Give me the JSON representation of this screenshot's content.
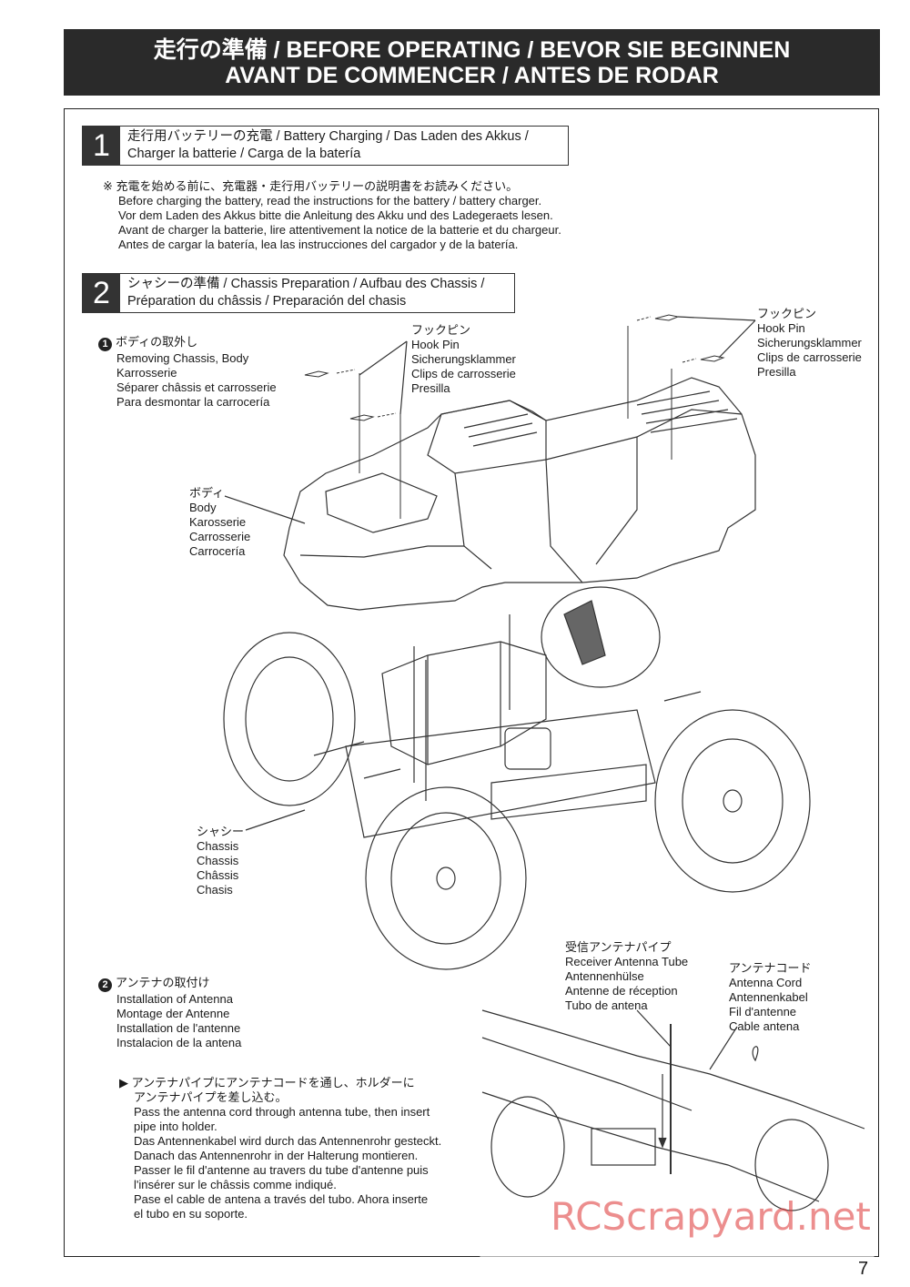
{
  "header": {
    "line1": "走行の準備 / BEFORE OPERATING / BEVOR SIE BEGINNEN",
    "line2": "AVANT DE COMMENCER / ANTES DE RODAR"
  },
  "step1": {
    "number": "1",
    "title_line1": "走行用バッテリーの充電 / Battery Charging / Das Laden des Akkus /",
    "title_line2": "Charger la batterie / Carga de la batería",
    "note_jp": "※ 充電を始める前に、充電器・走行用バッテリーの説明書をお読みください。",
    "note_lines": [
      "Before charging the battery, read the instructions for the battery / battery charger.",
      "Vor dem Laden des Akkus bitte die Anleitung des Akku und des Ladegeraets lesen.",
      "Avant de charger la batterie, lire attentivement la notice de la batterie et du chargeur.",
      "Antes de cargar la batería, lea las instrucciones del cargador y de la batería."
    ]
  },
  "step2": {
    "number": "2",
    "title_line1": "シャシーの準備 / Chassis Preparation / Aufbau des Chassis /",
    "title_line2": "Préparation du châssis / Preparación del chasis",
    "sub1": {
      "marker": "1",
      "lines": [
        "ボディの取外し",
        "Removing Chassis, Body",
        "Karrosserie",
        "Séparer châssis et carrosserie",
        "Para desmontar la carrocería"
      ]
    },
    "hookpin_center": [
      "フックピン",
      "Hook Pin",
      "Sicherungsklammer",
      "Clips de carrosserie",
      "Presilla"
    ],
    "hookpin_right": [
      "フックピン",
      "Hook Pin",
      "Sicherungsklammer",
      "Clips de carrosserie",
      "Presilla"
    ],
    "body_label": [
      "ボディ",
      "Body",
      "Karosserie",
      "Carrosserie",
      "Carrocería"
    ],
    "chassis_label": [
      "シャシー",
      "Chassis",
      "Chassis",
      "Châssis",
      "Chasis"
    ],
    "sub2": {
      "marker": "2",
      "lines": [
        "アンテナの取付け",
        "Installation of Antenna",
        "Montage der Antenne",
        "Installation de l'antenne",
        "Instalacion de la antena"
      ]
    },
    "antenna_tube_label": [
      "受信アンテナパイプ",
      "Receiver Antenna Tube",
      "Antennenhülse",
      "Antenne de réception",
      "Tubo de antena"
    ],
    "antenna_cord_label": [
      "アンテナコード",
      "Antenna Cord",
      "Antennenkabel",
      "Fil d'antenne",
      "Cable antena"
    ],
    "instructions": [
      "▶ アンテナパイプにアンテナコードを通し、ホルダーに",
      "   アンテナパイプを差し込む。",
      "Pass the antenna cord through antenna tube, then insert",
      "  pipe into holder.",
      "Das Antennenkabel wird durch das Antennenrohr gesteckt.",
      "  Danach das Antennenrohr in der Halterung montieren.",
      "Passer le fil d'antenne au travers du tube d'antenne puis",
      "  l'insérer sur le châssis comme indiqué.",
      "Pase el cable de antena a través del tubo.  Ahora inserte",
      "  el tubo en su soporte."
    ]
  },
  "watermark": "RCScrapyard.net",
  "page_number": "7"
}
